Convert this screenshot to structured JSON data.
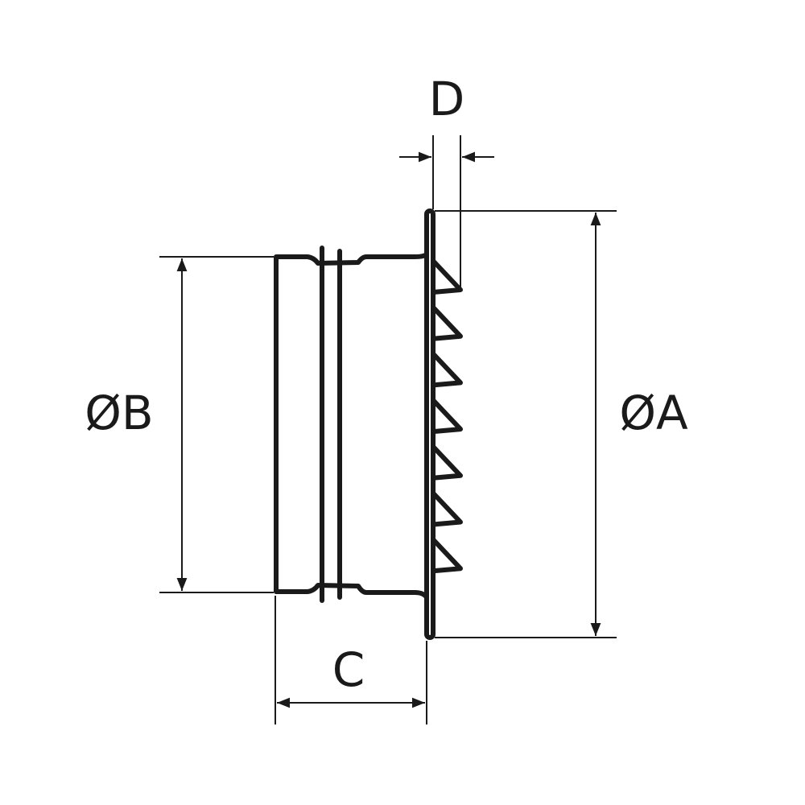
{
  "labels": {
    "diameter_a": "ØA",
    "diameter_b": "ØB",
    "length_c": "C",
    "depth_d": "D"
  },
  "louver_count": 7,
  "colors": {
    "stroke": "#1a1a1a",
    "background": "#ffffff"
  }
}
